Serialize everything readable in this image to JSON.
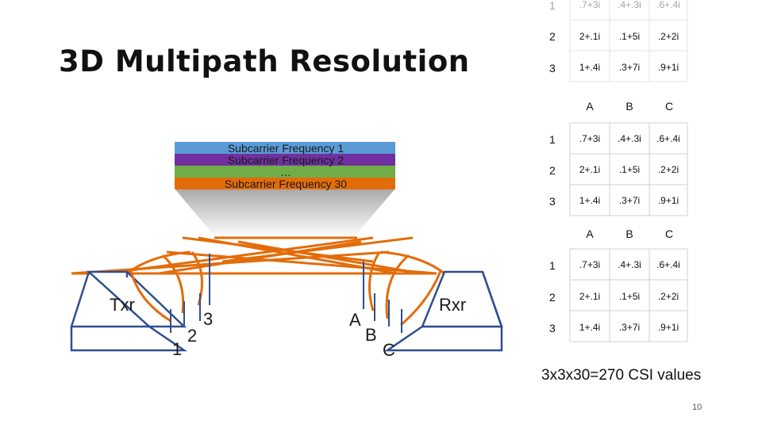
{
  "title": "3D Multipath Resolution",
  "bands": [
    {
      "label": "Subcarrier Frequency 1",
      "color": "#5b9bd5"
    },
    {
      "label": "Subcarrier Frequency 2",
      "color": "#7030a0"
    },
    {
      "label": "…",
      "color": "#70ad47"
    },
    {
      "label": "Subcarrier Frequency 30",
      "color": "#e36c0a"
    }
  ],
  "devices": {
    "tx_label": "Txr",
    "rx_label": "Rxr",
    "tx_antennas": [
      "1",
      "2",
      "3"
    ],
    "rx_antennas": [
      "A",
      "B",
      "C"
    ]
  },
  "colors": {
    "path": "#e36c0a",
    "device_stroke": "#2f4f8f",
    "grid": "#d0d0d0"
  },
  "tables": {
    "col_headers": [
      "A",
      "B",
      "C"
    ],
    "row_headers": [
      "1",
      "2",
      "3"
    ],
    "cells": [
      [
        ".7+3i",
        ".4+.3i",
        ".6+.4i"
      ],
      [
        "2+.1i",
        ".1+5i",
        ".2+2i"
      ],
      [
        "1+.4i",
        ".3+7i",
        ".9+1i"
      ]
    ],
    "cells_third": [
      [
        ".7+3i",
        ".4+.3i",
        ".6+.4i"
      ],
      [
        "2+.1i",
        ".1+5i",
        ".2+2i"
      ],
      [
        "1+.4i",
        ".3+7i",
        ".9+1i"
      ]
    ]
  },
  "summary": "3x3x30=270 CSI values",
  "page_number": "10"
}
